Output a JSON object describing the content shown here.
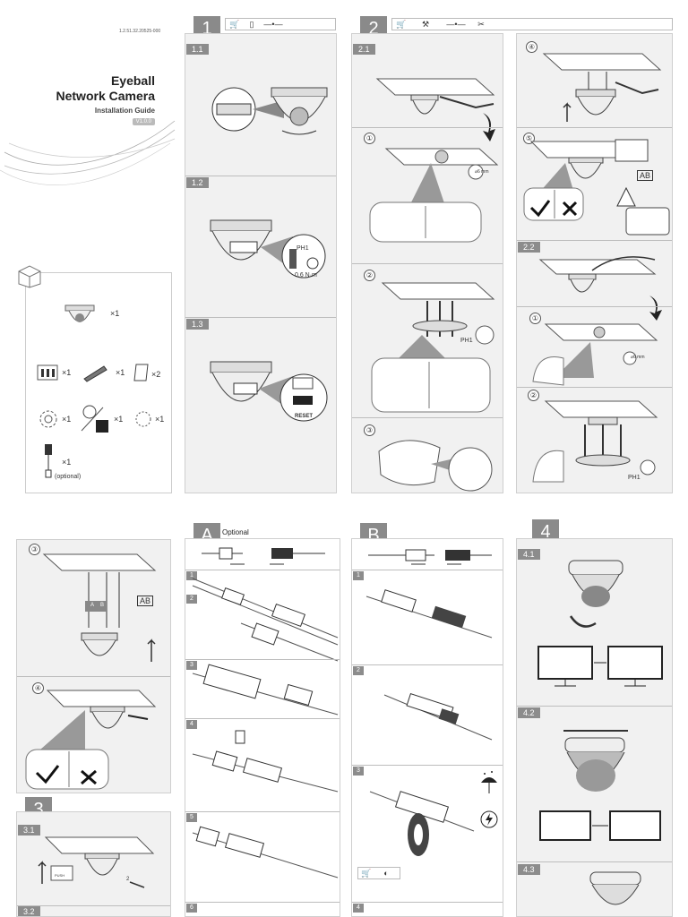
{
  "cover": {
    "doc_code": "1.2.51.32.20525-000",
    "title_line1": "Eyeball",
    "title_line2": "Network Camera",
    "subtitle": "Installation Guide",
    "version": "V1.0.0"
  },
  "box": {
    "mult_camera": "×1",
    "mult_a": "×1",
    "mult_b": "×1",
    "mult_c": "×2",
    "mult_d": "×1",
    "mult_e": "×1",
    "mult_f": "×1",
    "mult_g": "×1",
    "optional": "(optional)"
  },
  "section1": {
    "number": "1",
    "step1": "1.1",
    "step2": "1.2",
    "step3": "1.3",
    "screw_label": "PH1",
    "torque_label": "0.6 N·m",
    "reset_label": "RESET"
  },
  "section2": {
    "number": "2",
    "step1": "2.1",
    "step2": "2.2",
    "c1": "①",
    "c2": "②",
    "c3": "③",
    "c4": "④",
    "c5": "⑤",
    "c1b": "①",
    "c2b": "②",
    "screw_label": "PH1",
    "screw_label2": "PH1",
    "ab_label": "AB",
    "drill_label": "⌀6 mm",
    "drill_label2": "⌀6 mm"
  },
  "section2cont": {
    "c3": "③",
    "c4": "④",
    "ab_label": "AB",
    "a": "A",
    "b": "B"
  },
  "section3": {
    "number": "3",
    "step1": "3.1",
    "step2": "3.2",
    "push_label": "PUSH",
    "two": "2"
  },
  "sectionA": {
    "letter": "A",
    "title": "Optional",
    "s1": "1",
    "s2": "2",
    "s3": "3",
    "s4": "4",
    "s5": "5",
    "s6": "6"
  },
  "sectionB": {
    "letter": "B",
    "s1": "1",
    "s2": "2",
    "s3": "3",
    "s4": "4"
  },
  "section4": {
    "number": "4",
    "step1": "4.1",
    "step2": "4.2",
    "step3": "4.3"
  }
}
